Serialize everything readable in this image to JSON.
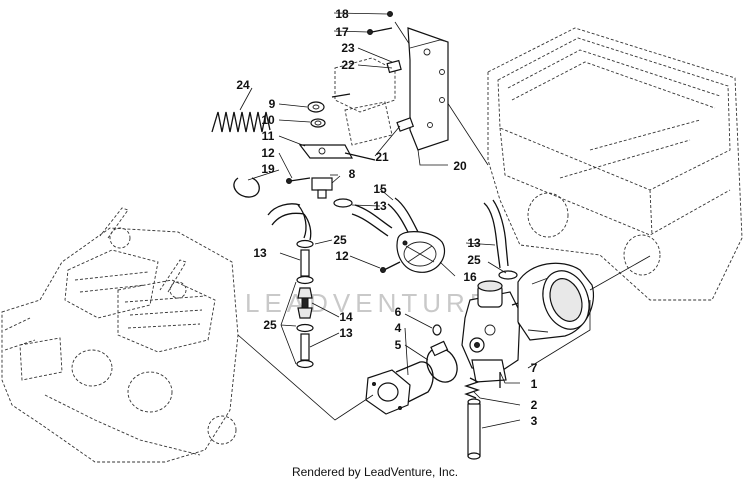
{
  "diagram": {
    "callouts": [
      "18",
      "17",
      "23",
      "22",
      "24",
      "9",
      "10",
      "11",
      "12",
      "19",
      "21",
      "20",
      "8",
      "15",
      "13",
      "25",
      "13",
      "12",
      "16",
      "13",
      "25",
      "14",
      "6",
      "4",
      "5",
      "25",
      "13",
      "7",
      "1",
      "2",
      "3"
    ],
    "watermark": "LEADVENTURE",
    "footer": "Rendered by LeadVenture, Inc."
  }
}
